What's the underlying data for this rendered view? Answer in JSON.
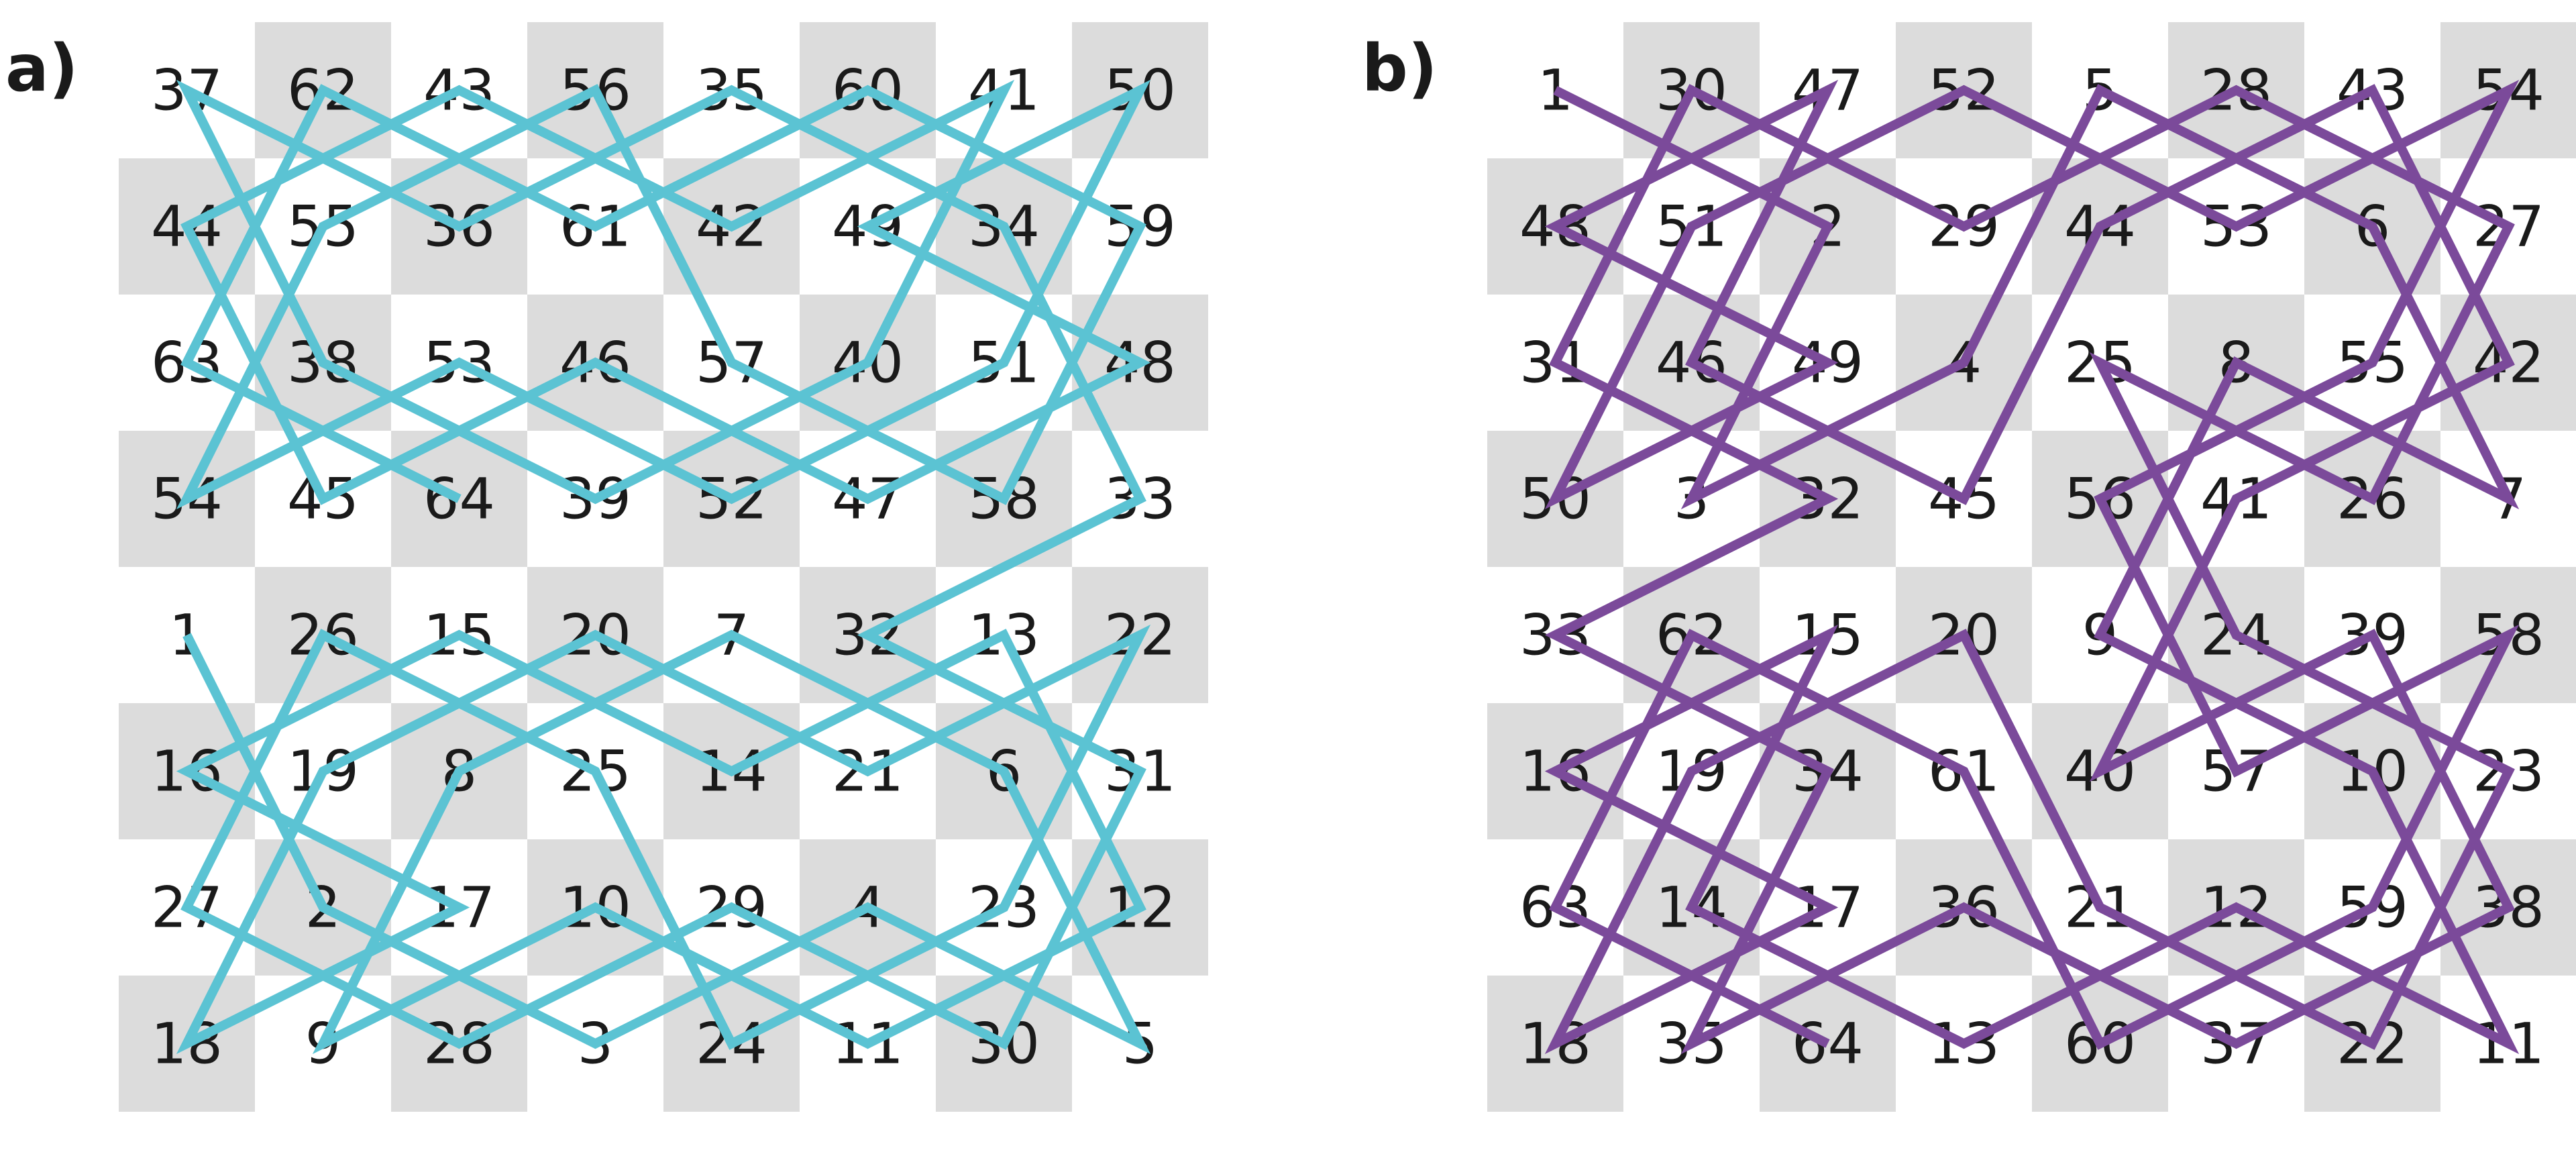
{
  "panels": [
    {
      "label": "a)",
      "path_color": "#5bc3d3",
      "shade_color": "#dcdcdc",
      "grid": [
        [
          37,
          62,
          43,
          56,
          35,
          60,
          41,
          50
        ],
        [
          44,
          55,
          36,
          61,
          42,
          49,
          34,
          59
        ],
        [
          63,
          38,
          53,
          46,
          57,
          40,
          51,
          48
        ],
        [
          54,
          45,
          64,
          39,
          52,
          47,
          58,
          33
        ],
        [
          1,
          26,
          15,
          20,
          7,
          32,
          13,
          22
        ],
        [
          16,
          19,
          8,
          25,
          14,
          21,
          6,
          31
        ],
        [
          27,
          2,
          17,
          10,
          29,
          4,
          23,
          12
        ],
        [
          18,
          9,
          28,
          3,
          24,
          11,
          30,
          5
        ]
      ]
    },
    {
      "label": "b)",
      "path_color": "#7b4a9a",
      "shade_color": "#dcdcdc",
      "grid": [
        [
          1,
          30,
          47,
          52,
          5,
          28,
          43,
          54
        ],
        [
          48,
          51,
          2,
          29,
          44,
          53,
          6,
          27
        ],
        [
          31,
          46,
          49,
          4,
          25,
          8,
          55,
          42
        ],
        [
          50,
          3,
          32,
          45,
          56,
          41,
          26,
          7
        ],
        [
          33,
          62,
          15,
          20,
          9,
          24,
          39,
          58
        ],
        [
          16,
          19,
          34,
          61,
          40,
          57,
          10,
          23
        ],
        [
          63,
          14,
          17,
          36,
          21,
          12,
          59,
          38
        ],
        [
          18,
          35,
          64,
          13,
          60,
          37,
          22,
          11
        ]
      ]
    }
  ]
}
